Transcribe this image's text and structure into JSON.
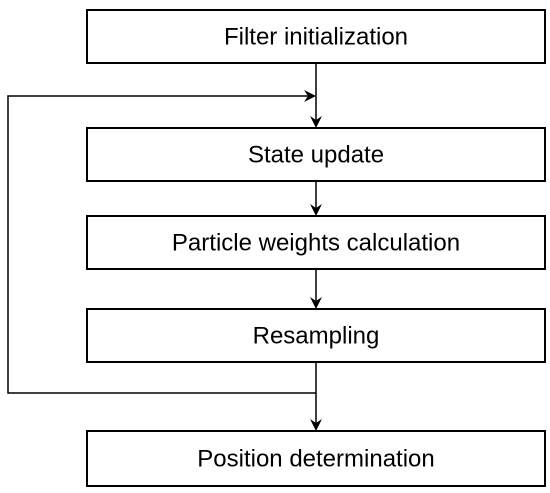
{
  "diagram": {
    "nodes": [
      {
        "id": "init",
        "label": "Filter initialization"
      },
      {
        "id": "state",
        "label": "State update"
      },
      {
        "id": "weights",
        "label": "Particle weights calculation"
      },
      {
        "id": "resample",
        "label": "Resampling"
      },
      {
        "id": "position",
        "label": "Position determination"
      }
    ],
    "edges": [
      {
        "from": "init",
        "to": "state"
      },
      {
        "from": "state",
        "to": "weights"
      },
      {
        "from": "weights",
        "to": "resample"
      },
      {
        "from": "resample",
        "to": "position"
      },
      {
        "from": "resample",
        "to": "state",
        "kind": "feedback-loop"
      }
    ]
  }
}
